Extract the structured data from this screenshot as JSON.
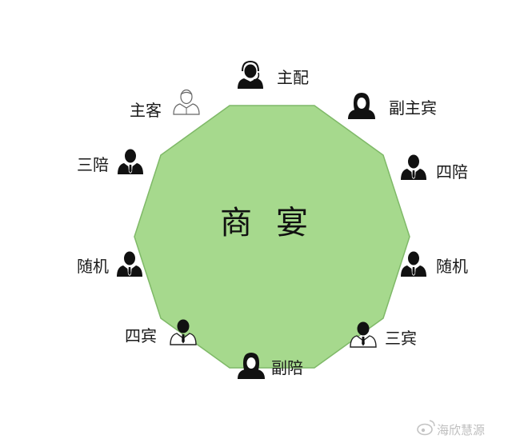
{
  "table": {
    "label_left": "商",
    "label_right": "宴",
    "fill_color": "#a6d98d",
    "stroke_color": "#7fb968"
  },
  "seats": [
    {
      "label": "主配",
      "icon": "headset-person-icon"
    },
    {
      "label": "副主宾",
      "icon": "woman-person-icon"
    },
    {
      "label": "四陪",
      "icon": "businessman-icon"
    },
    {
      "label": "随机",
      "icon": "businessman-icon"
    },
    {
      "label": "三宾",
      "icon": "businessman-outline-icon"
    },
    {
      "label": "副陪",
      "icon": "woman-person-icon"
    },
    {
      "label": "四宾",
      "icon": "businessman-outline-icon"
    },
    {
      "label": "随机",
      "icon": "businessman-icon"
    },
    {
      "label": "三陪",
      "icon": "businessman-icon"
    },
    {
      "label": "主客",
      "icon": "person-outline-icon"
    }
  ],
  "watermark": {
    "text": "海欣慧源",
    "icon": "weibo-icon"
  }
}
